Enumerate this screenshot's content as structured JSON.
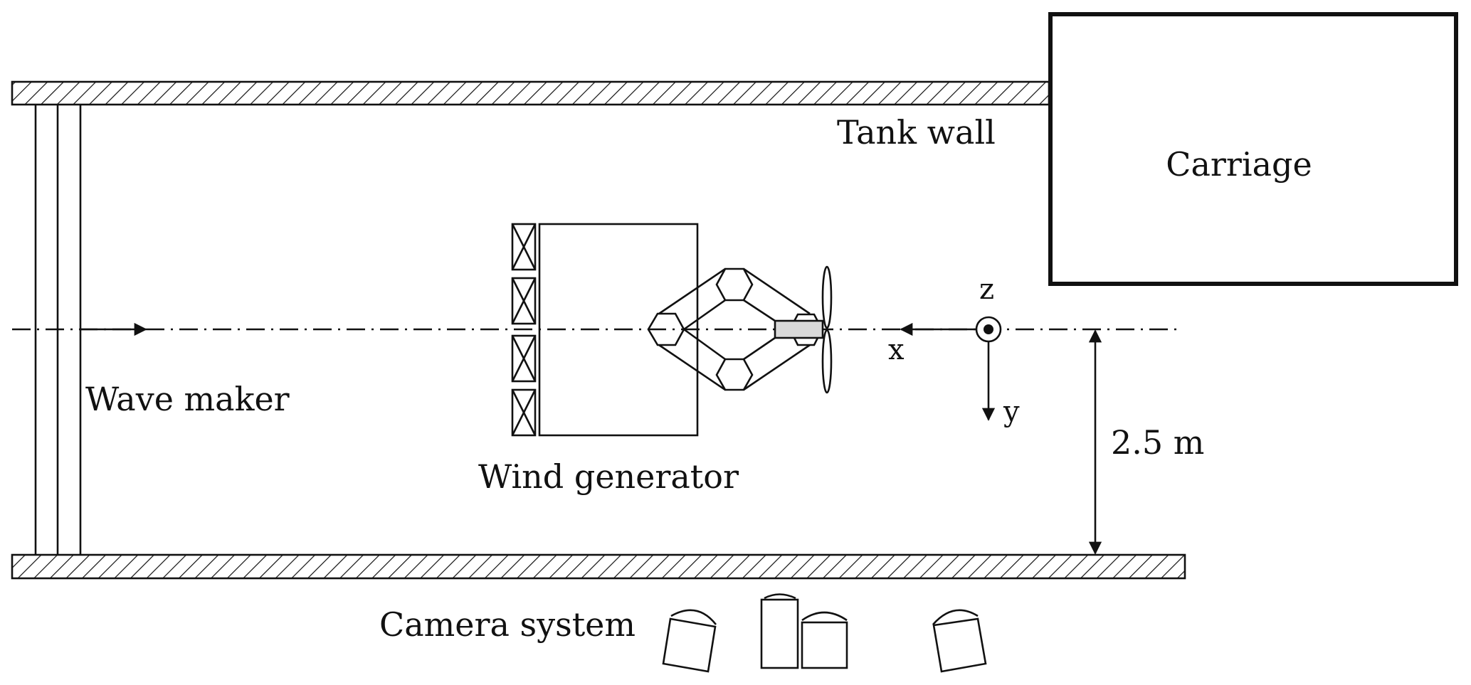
{
  "figure": {
    "labels": {
      "tank_wall": "Tank wall",
      "carriage": "Carriage",
      "wave_maker": "Wave maker",
      "wind_generator": "Wind generator",
      "camera_system": "Camera system",
      "dimension": "2.5 m",
      "axis_x": "x",
      "axis_y": "y",
      "axis_z": "z"
    },
    "components": [
      "tank-wall-top",
      "tank-wall-bottom",
      "carriage",
      "wave-maker",
      "wind-generator",
      "fan-units",
      "floating-wind-turbine",
      "rotor",
      "coordinate-system",
      "camera-system"
    ],
    "fan_unit_count": 4,
    "camera_count": 4,
    "colors": {
      "line": "#111111",
      "fill_grey": "#d9d9d9",
      "background": "#ffffff"
    }
  }
}
